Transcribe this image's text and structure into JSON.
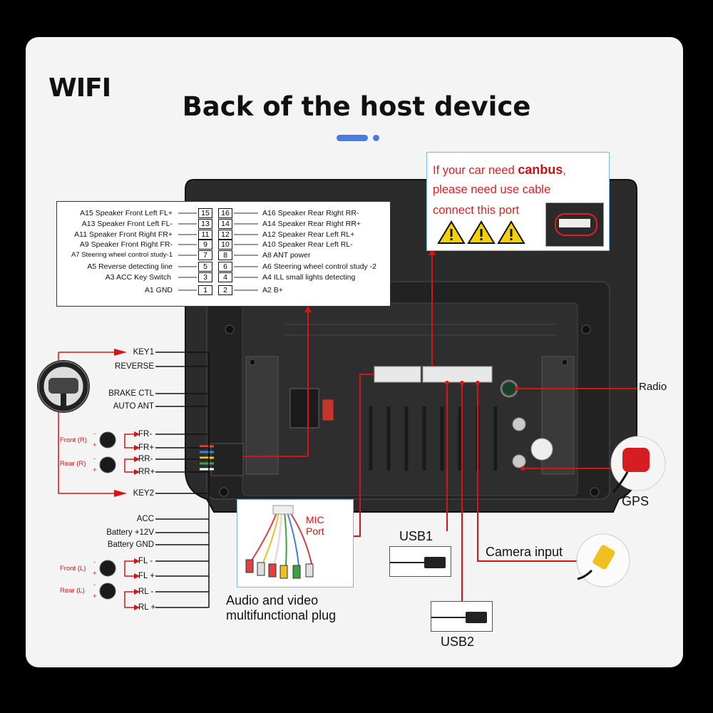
{
  "header": {
    "brand": "WIFI",
    "title": "Back of the host device"
  },
  "pin_table": {
    "left": [
      {
        "label": "A15  Speaker Front Left FL+",
        "pin": "15"
      },
      {
        "label": "A13  Speaker Front Left FL-",
        "pin": "13"
      },
      {
        "label": "A11  Speaker Front Right FR+",
        "pin": "11"
      },
      {
        "label": "A9  Speaker Front Right FR-",
        "pin": "9"
      },
      {
        "label": "A7  Steering wheel control study-1",
        "pin": "7"
      },
      {
        "label": "A5  Reverse detecting line",
        "pin": "5"
      },
      {
        "label": "A3 ACC Key Switch",
        "pin": "3"
      },
      {
        "label": "A1 GND",
        "pin": "1"
      }
    ],
    "right": [
      {
        "label": "A16 Speaker Rear Right RR-",
        "pin": "16"
      },
      {
        "label": "A14 Speaker Rear Right RR+",
        "pin": "14"
      },
      {
        "label": "A12 Speaker Rear Left RL+",
        "pin": "12"
      },
      {
        "label": "A10 Speaker Rear Left RL-",
        "pin": "10"
      },
      {
        "label": "A8  ANT power",
        "pin": "8"
      },
      {
        "label": "A6  Steering wheel control study -2",
        "pin": "6"
      },
      {
        "label": "A4  ILL small lights detecting",
        "pin": "4"
      },
      {
        "label": "A2  B+",
        "pin": "2"
      }
    ]
  },
  "canbus": {
    "line1_prefix": "If your car need ",
    "line1_bold": "canbus",
    "line1_suffix": ",",
    "line2": "please need use cable",
    "line3": "connect this port"
  },
  "left_wires": {
    "key1": "KEY1",
    "reverse": "REVERSE",
    "brake": "BRAKE CTL",
    "auto_ant": "AUTO ANT",
    "fr_minus": "FR-",
    "fr_plus": "FR+",
    "rr_minus": "RR-",
    "rr_plus": "RR+",
    "key2": "KEY2",
    "acc": "ACC",
    "battery": "Battery +12V",
    "battery_gnd": "Battery GND",
    "fl_minus": "FL -",
    "fl_plus": "FL +",
    "rl_minus": "RL -",
    "rl_plus": "RL +"
  },
  "speakers": {
    "front_r": "Front (R)",
    "rear_r": "Rear (R)",
    "front_l": "Front (L)",
    "rear_l": "Rear (L)",
    "minus": "-",
    "plus": "+"
  },
  "ports": {
    "radio": "Radio",
    "gps": "GPS",
    "mic_line1": "MIC",
    "mic_line2": "Port",
    "av_line1": "Audio and video",
    "av_line2": "multifunctional plug",
    "usb1": "USB1",
    "usb2": "USB2",
    "camera": "Camera input"
  },
  "colors": {
    "accent_red": "#d41515",
    "accent_blue": "#4a7be0",
    "card": "#f4f4f4",
    "device": "#2a2a2a"
  }
}
